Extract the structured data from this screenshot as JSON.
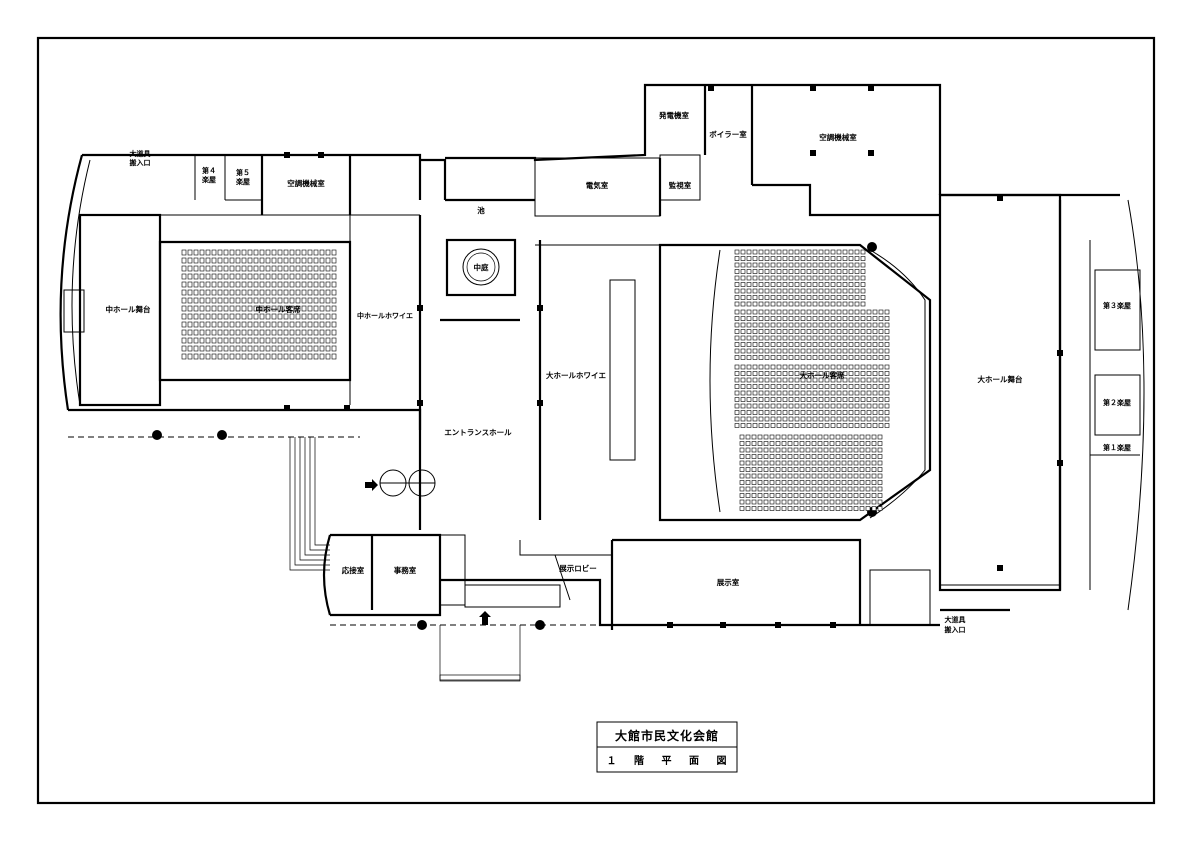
{
  "title": {
    "name": "大館市民文化会館",
    "floor": "１ 階 平 面 図"
  },
  "rooms": {
    "hatsudenki": "発電機室",
    "boiler": "ボイラー室",
    "kucho_main": "空調機械室",
    "oodougu_top": "大道具",
    "hannyuguchi_top": "搬入口",
    "gakuya4": "第４",
    "gakuya4b": "楽屋",
    "gakuya5": "第５",
    "gakuya5b": "楽屋",
    "kucho_small": "空調機械室",
    "ike": "池",
    "denki": "電気室",
    "kanshi": "監視室",
    "chutei": "中庭",
    "chuhall_stage": "中ホール舞台",
    "chuhall_seats": "中ホール客席",
    "chuhall_foyer": "中ホールホワイエ",
    "daihall_foyer": "大ホールホワイエ",
    "daihall_seats": "大ホール客席",
    "daihall_stage": "大ホール舞台",
    "gakuya3": "第３楽屋",
    "gakuya2": "第２楽屋",
    "gakuya1": "第１楽屋",
    "entrance": "エントランスホール",
    "osetsu": "応接室",
    "jimu": "事務室",
    "tenji_lobby": "展示ロビー",
    "tenji": "展示室",
    "oodougu_bottom": "大道具",
    "hannyuguchi_bottom": "搬入口"
  }
}
